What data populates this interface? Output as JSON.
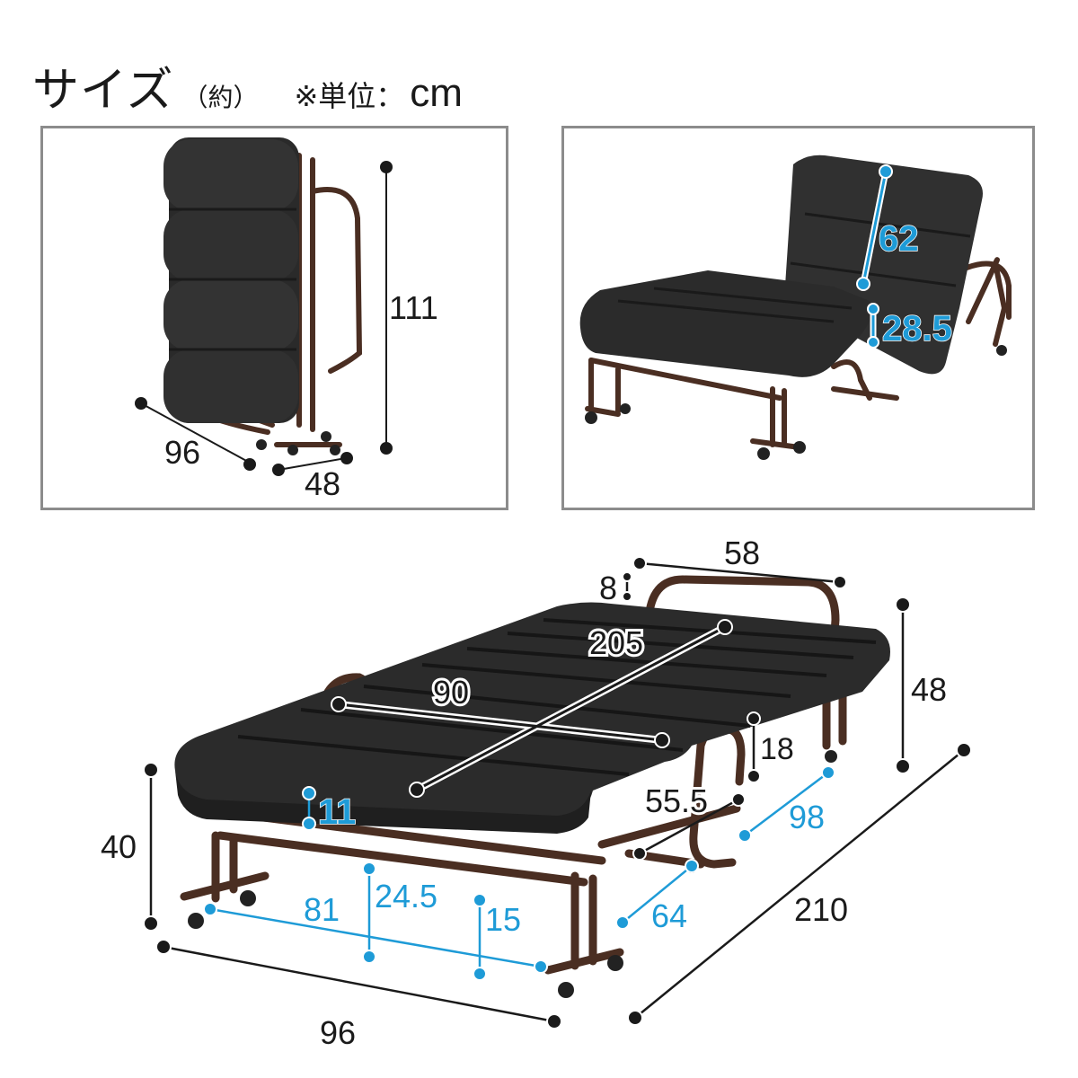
{
  "header": {
    "title": "サイズ",
    "approx": "（約）",
    "unit_note": "※単位：",
    "unit": "cm"
  },
  "folded_view": {
    "depth": "96",
    "width": "48",
    "height": "111"
  },
  "reclined_view": {
    "backrest_length": "62",
    "seat_height_gap": "28.5"
  },
  "main_view": {
    "top_headboard_width": "58",
    "headboard_offset": "8",
    "mattress_length": "205",
    "mattress_width": "90",
    "headboard_height": "48",
    "footboard_height": "18",
    "mattress_thickness": "11",
    "footboard_width": "55.5",
    "bed_height": "40",
    "overall_width": "96",
    "overall_length": "210",
    "leg_span_width": "81",
    "under_clearance_side": "24.5",
    "under_clearance_center": "15",
    "leg_span_length_front": "64",
    "leg_span_length_rear": "98"
  },
  "colors": {
    "dimension_black": "#1a1a1a",
    "dimension_blue": "#1e9bd7",
    "frame_brown": "#4a2e22",
    "mattress_black": "#2a2a2a",
    "panel_border": "#8c8c8c"
  }
}
